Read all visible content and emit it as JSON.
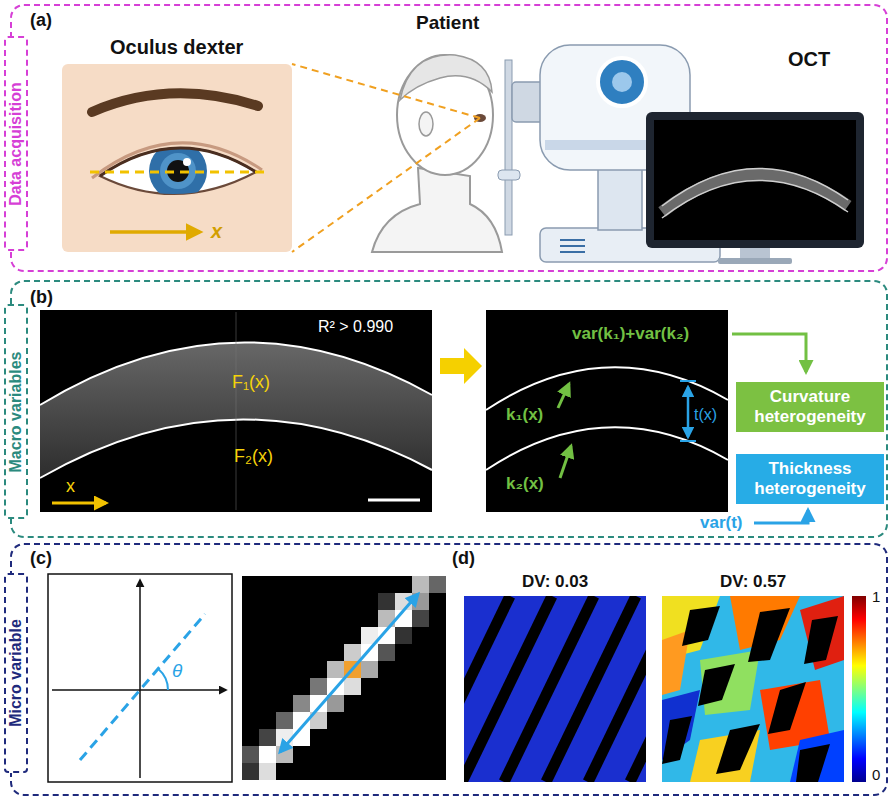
{
  "diagram": {
    "nodes": [
      {
        "text": [
          "Data acquisition"
        ]
      },
      {
        "text": [
          "Macro variables"
        ]
      },
      {
        "text": [
          "Curvature heterogeneity"
        ],
        "in": 1
      },
      {
        "text": [
          "Thickness heterogeneity"
        ],
        "in": 1
      },
      {
        "text": [
          "Micro variable"
        ]
      }
    ],
    "labels": [
      "(a)",
      "Oculus dexter",
      "x",
      "Patient",
      "OCT",
      "(b)",
      "R² > 0.990",
      "F₁(x)",
      "F₂(x)",
      "x",
      "k₁(x)",
      "k₂(x)",
      "t(x)",
      "var(k₁)+var(k₂)",
      "var(t)",
      "(c)",
      "θ",
      "(d)",
      "DV: 0.03",
      "DV: 0.57",
      "1",
      "0"
    ]
  }
}
